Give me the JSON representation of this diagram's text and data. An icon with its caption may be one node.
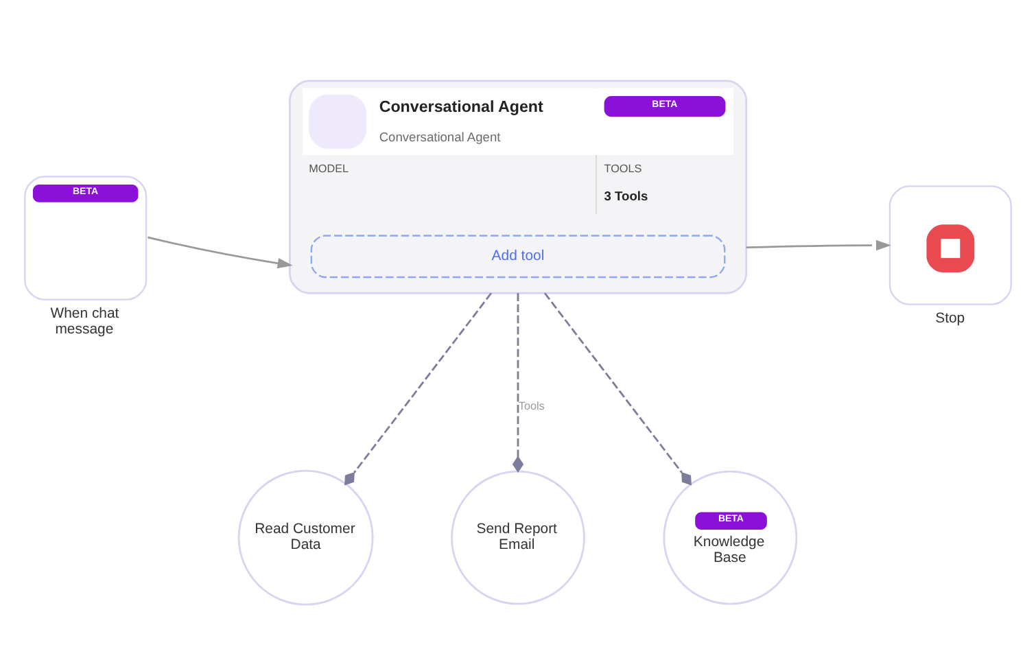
{
  "diagram": {
    "nodes": [
      {
        "text": [
          "BETA",
          "When chat message"
        ]
      },
      {
        "text": [
          "Conversational Agent",
          "BETA",
          "Conversational Agent",
          "MODEL",
          "TOOLS",
          "3 Tools"
        ]
      },
      {
        "text": [
          "Add tool"
        ],
        "in": 1
      },
      {
        "text": [
          "Stop"
        ]
      },
      {
        "text": [
          "Read Customer Data"
        ]
      },
      {
        "text": [
          "Send Report Email"
        ]
      },
      {
        "text": [
          "BETA",
          "Knowledge Base"
        ]
      }
    ],
    "edges": [
      {
        "from": 0,
        "to": 1,
        "arrow": "to",
        "color": "#999999"
      },
      {
        "from": 1,
        "to": 3,
        "arrow": "to",
        "color": "#999999"
      },
      {
        "from": 1,
        "to": 4,
        "arrow": "other",
        "style": "dashed"
      },
      {
        "from": 1,
        "to": 5,
        "arrow": "other",
        "style": "dashed",
        "label": "Tools"
      },
      {
        "from": 1,
        "to": 6,
        "arrow": "other",
        "style": "dashed"
      }
    ]
  }
}
